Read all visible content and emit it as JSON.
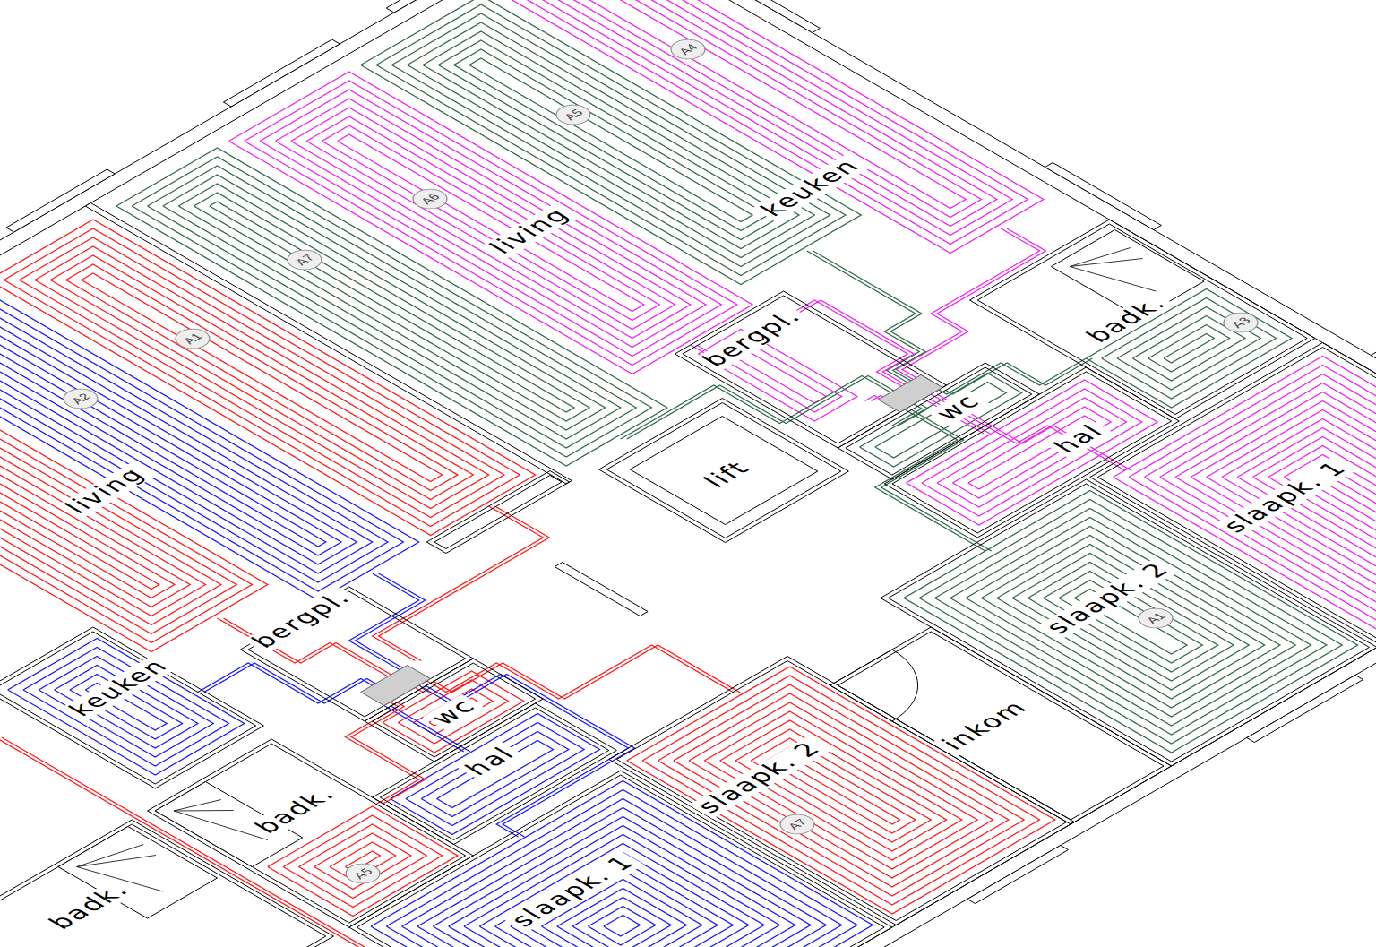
{
  "diagram": {
    "nodes": [
      {
        "text": [
          "A4"
        ]
      },
      {
        "text": [
          "A5"
        ]
      },
      {
        "text": [
          "A6"
        ]
      },
      {
        "text": [
          "A7"
        ]
      },
      {
        "text": [
          "A3"
        ]
      },
      {
        "text": [
          "A1"
        ]
      },
      {
        "text": [
          "A2"
        ]
      },
      {
        "text": [
          "A1"
        ]
      },
      {
        "text": [
          "A7"
        ]
      },
      {
        "text": [
          "A5"
        ]
      }
    ],
    "labels": [
      "keuken",
      "living",
      "badk.",
      "bergpl.",
      "wc",
      "hal",
      "lift",
      "slaapk. 1",
      "living",
      "slaapk. 2",
      "bergpl.",
      "keuken",
      "wc",
      "inkom",
      "hal",
      "slaapk. 2",
      "badk.",
      "slaapk. 1",
      "badk."
    ]
  }
}
